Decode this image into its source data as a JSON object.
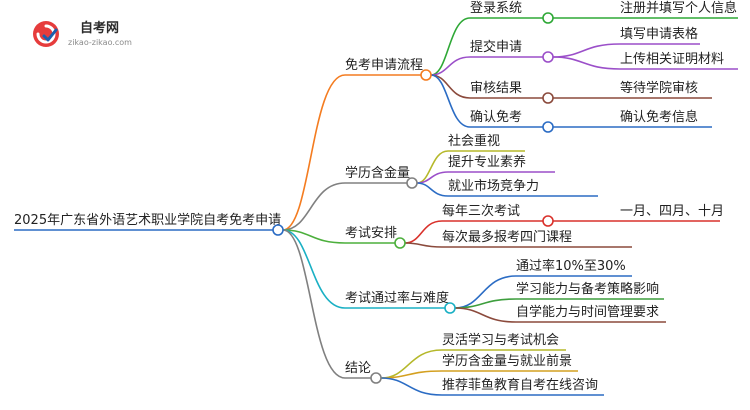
{
  "logo": {
    "name": "自考网",
    "domain": "zikao-zikao.com"
  },
  "mindmap": {
    "root": "2025年广东省外语艺术职业学院自考免考申请",
    "branches": [
      {
        "label": "免考申请流程",
        "color": "#f47c20",
        "children": [
          {
            "label": "登录系统",
            "color": "#2ea836",
            "children": [
              "注册并填写个人信息"
            ]
          },
          {
            "label": "提交申请",
            "color": "#9b4fc9",
            "children": [
              "填写申请表格",
              "上传相关证明材料"
            ]
          },
          {
            "label": "审核结果",
            "color": "#8b4a3c",
            "children": [
              "等待学院审核"
            ]
          },
          {
            "label": "确认免考",
            "color": "#2b6cc4",
            "children": [
              "确认免考信息"
            ]
          }
        ]
      },
      {
        "label": "学历含金量",
        "color": "#808080",
        "children": [
          {
            "label": "社会重视",
            "color": "#b5b82a",
            "children": []
          },
          {
            "label": "提升专业素养",
            "color": "#9b4fc9",
            "children": []
          },
          {
            "label": "就业市场竞争力",
            "color": "#2b6cc4",
            "children": []
          }
        ]
      },
      {
        "label": "考试安排",
        "color": "#4caf3c",
        "children": [
          {
            "label": "每年三次考试",
            "color": "#d9312b",
            "children": [
              "一月、四月、十月"
            ]
          },
          {
            "label": "每次最多报考四门课程",
            "color": "#8b4a3c",
            "children": []
          }
        ]
      },
      {
        "label": "考试通过率与难度",
        "color": "#1ab0c4",
        "children": [
          {
            "label": "通过率10%至30%",
            "color": "#2b6cc4",
            "children": []
          },
          {
            "label": "学习能力与备考策略影响",
            "color": "#3d9e3d",
            "children": []
          },
          {
            "label": "自学能力与时间管理要求",
            "color": "#8b4a3c",
            "children": []
          }
        ]
      },
      {
        "label": "结论",
        "color": "#808080",
        "children": [
          {
            "label": "灵活学习与考试机会",
            "color": "#b5b82a",
            "children": []
          },
          {
            "label": "学历含金量与就业前景",
            "color": "#d4a020",
            "children": []
          },
          {
            "label": "推荐菲鱼教育自考在线咨询",
            "color": "#2b6cc4",
            "children": []
          }
        ]
      }
    ]
  }
}
